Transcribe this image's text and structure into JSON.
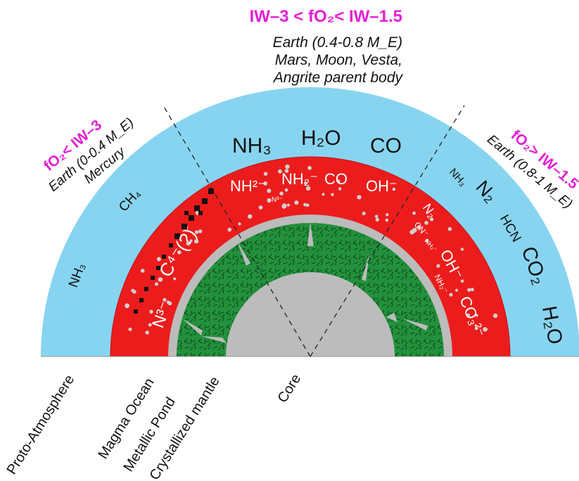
{
  "top_condition": {
    "redox": "IW–3 < fO₂< IW–1.5",
    "bodies": [
      "Earth (0.4-0.8 M_E)",
      "Mars, Moon, Vesta,",
      "Angrite parent body"
    ]
  },
  "left_condition": {
    "redox": "fO₂< IW–3",
    "bodies": [
      "Earth (0-0.4 M_E)",
      "Mercury"
    ]
  },
  "right_condition": {
    "redox": "fO₂> IW–1.5",
    "bodies": [
      "Earth (0.8-1 M_E)"
    ]
  },
  "atmosphere_species": {
    "center": [
      "NH₃",
      "H₂O",
      "CO"
    ],
    "left": [
      "CH₄",
      "NH₃"
    ],
    "right": [
      "NH₃",
      "N₂",
      "HCN",
      "CO₂",
      "H₂O"
    ]
  },
  "magma_species": {
    "center": [
      "NH²⁻",
      "NH₂⁻",
      "CO",
      "OH⁻",
      "N³⁻"
    ],
    "left": [
      "N³⁻",
      "C⁴⁻(?)"
    ],
    "right": [
      "N₂",
      "CN⁻",
      "NH₂⁻",
      "OH⁻",
      "NH₂⁻",
      "CO₃²⁻"
    ]
  },
  "layer_labels": [
    "Proto-Atmosphere",
    "Magma Ocean",
    "Metallic Pond",
    "Crystallized mantle",
    "Core"
  ],
  "colors": {
    "atmosphere": "#87d4f1",
    "magma_ocean": "#ec1c1c",
    "metal": "#bcbcbc",
    "mantle": "#23913c",
    "mantle_texture": "#0c4a1c",
    "redox_label": "#e41fd6",
    "droplet": "#cfcfcf"
  }
}
